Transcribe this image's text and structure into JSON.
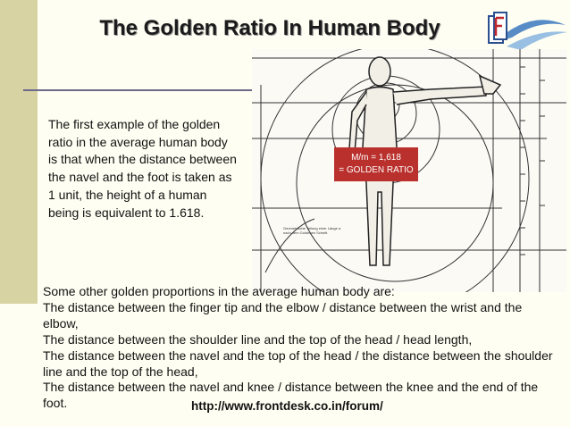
{
  "slide": {
    "title": "The Golden Ratio In Human Body",
    "intro": "The first example of the golden ratio in the average human body is that when the distance between the navel and the foot is taken as 1 unit, the height of a human being is equivalent to 1.618.",
    "figure": {
      "ratio_line1": "M/m = 1,618",
      "ratio_line2": "= GOLDEN RATIO",
      "caption": "Geometrische Teilung einer Länge a nach dem Goldenen Schnitt"
    },
    "body_lines": [
      "Some other golden proportions in the average human body are:",
      "The distance between the finger tip and the elbow / distance between the wrist and the elbow,",
      "The distance between the shoulder line and the top of the head / head length,",
      "The distance between the navel and the top of the head / the distance between the shoulder line and the top of the head,",
      "The distance between the navel and knee / distance between the knee and the end of the foot."
    ],
    "url": "http://www.frontdesk.co.in/forum/"
  },
  "colors": {
    "sidebar": "#d7d3a3",
    "background": "#fffef2",
    "ratio_box": "#b9302c",
    "divider": "#6c6a8a"
  }
}
